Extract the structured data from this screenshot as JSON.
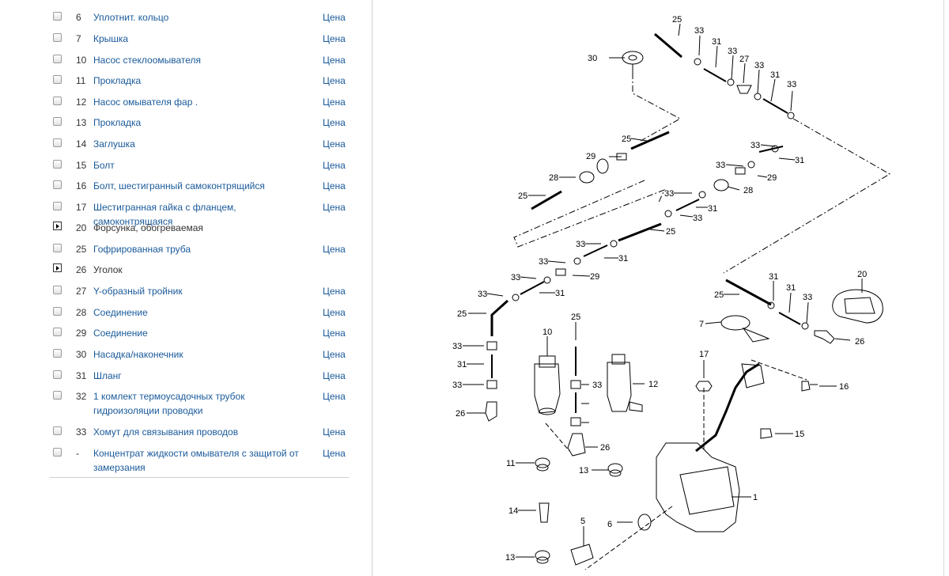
{
  "parts": [
    {
      "num": "6",
      "name": "Уплотнит. кольцо",
      "price": "Цена",
      "icon": "checkbox"
    },
    {
      "num": "7",
      "name": "Крышка",
      "price": "Цена",
      "icon": "checkbox"
    },
    {
      "num": "10",
      "name": "Насос стеклоомывателя",
      "price": "Цена",
      "icon": "checkbox"
    },
    {
      "num": "11",
      "name": "Прокладка",
      "price": "Цена",
      "icon": "checkbox"
    },
    {
      "num": "12",
      "name": "Насос омывателя фар .",
      "price": "Цена",
      "icon": "checkbox"
    },
    {
      "num": "13",
      "name": "Прокладка",
      "price": "Цена",
      "icon": "checkbox"
    },
    {
      "num": "14",
      "name": "Заглушка",
      "price": "Цена",
      "icon": "checkbox"
    },
    {
      "num": "15",
      "name": "Болт",
      "price": "Цена",
      "icon": "checkbox"
    },
    {
      "num": "16",
      "name": "Болт, шестигранный самоконтрящийся",
      "price": "Цена",
      "icon": "checkbox"
    },
    {
      "num": "17",
      "name": "Шестигранная гайка с фланцем, самоконтрящаяся",
      "price": "Цена",
      "icon": "checkbox"
    },
    {
      "num": "20",
      "name": "Форсунка, обогреваемая",
      "price": "",
      "icon": "expand"
    },
    {
      "num": "25",
      "name": "Гофрированная труба",
      "price": "Цена",
      "icon": "checkbox"
    },
    {
      "num": "26",
      "name": "Уголок",
      "price": "",
      "icon": "expand"
    },
    {
      "num": "27",
      "name": "Y-образный тройник",
      "price": "Цена",
      "icon": "checkbox"
    },
    {
      "num": "28",
      "name": "Соединение",
      "price": "Цена",
      "icon": "checkbox"
    },
    {
      "num": "29",
      "name": "Соединение",
      "price": "Цена",
      "icon": "checkbox"
    },
    {
      "num": "30",
      "name": "Насадка/наконечник",
      "price": "Цена",
      "icon": "checkbox"
    },
    {
      "num": "31",
      "name": "Шланг",
      "price": "Цена",
      "icon": "checkbox"
    },
    {
      "num": "32",
      "name": "1 комлект термоусадочных трубок гидроизоляции проводки",
      "price": "Цена",
      "icon": "checkbox"
    },
    {
      "num": "33",
      "name": "Хомут для связывания проводов",
      "price": "Цена",
      "icon": "checkbox"
    },
    {
      "num": "-",
      "name": "Концентрат жидкости омывателя с защитой от замерзания",
      "price": "Цена",
      "icon": "checkbox"
    }
  ],
  "diagram": {
    "labels": [
      "25",
      "33",
      "31",
      "33",
      "27",
      "33",
      "31",
      "33",
      "30",
      "25",
      "29",
      "28",
      "25",
      "33",
      "33",
      "31",
      "29",
      "28",
      "33",
      "31",
      "33",
      "25",
      "33",
      "31",
      "33",
      "31",
      "33",
      "29",
      "33",
      "31",
      "25",
      "20",
      "33",
      "31",
      "25",
      "7",
      "26",
      "10",
      "25",
      "17",
      "16",
      "33",
      "31",
      "33",
      "12",
      "33",
      "26",
      "26",
      "15",
      "11",
      "13",
      "14",
      "5",
      "6",
      "1",
      "13"
    ]
  }
}
